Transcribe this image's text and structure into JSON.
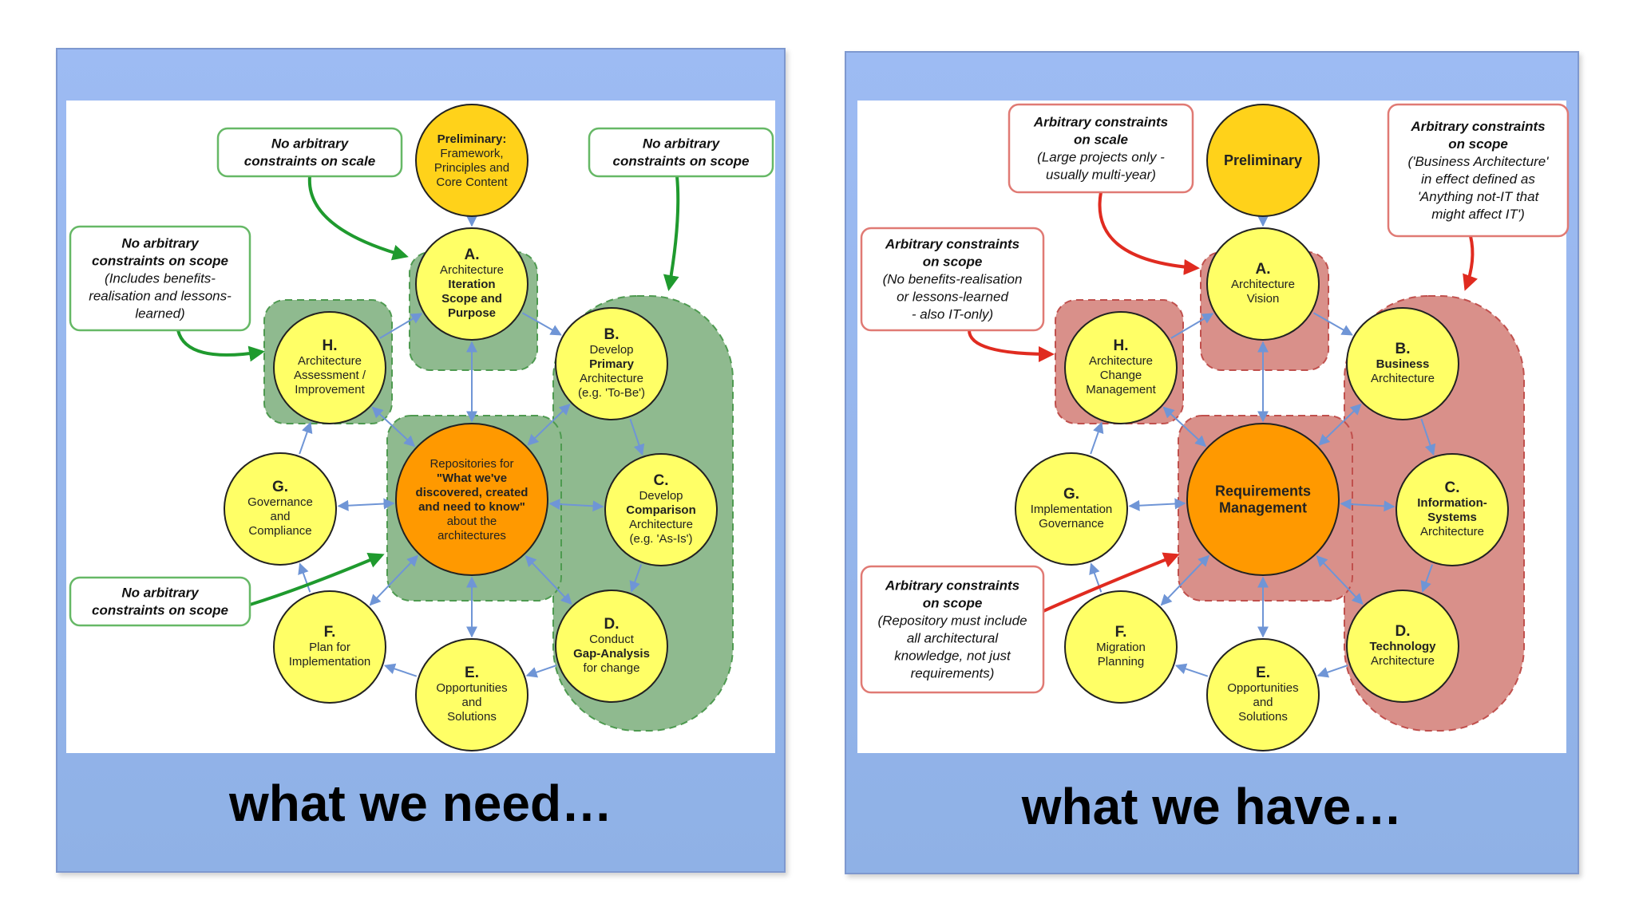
{
  "left": {
    "caption": "what we need…",
    "colors": {
      "region_fill": "#8fba8f",
      "region_stroke": "#4e9a50",
      "constraint_arrow": "#1f9a2e",
      "callout_border": "#66b866",
      "node_fill": "#ffff66",
      "hub_fill": "#ff9900",
      "preliminary_fill": "#ffd21a"
    },
    "preliminary": {
      "title": "Preliminary:",
      "lines": [
        "Framework,",
        "Principles and",
        "Core Content"
      ]
    },
    "hub": {
      "lines": [
        "Repositories for",
        "\"What we've",
        "discovered, created",
        "and need to know\"",
        "about the",
        "architectures"
      ]
    },
    "nodes": {
      "A": {
        "letter": "A.",
        "lines": [
          "Architecture",
          "Iteration",
          "Scope and",
          "Purpose"
        ]
      },
      "B": {
        "letter": "B.",
        "lines": [
          "Develop",
          "Primary",
          "Architecture",
          "(e.g. 'To-Be')"
        ]
      },
      "C": {
        "letter": "C.",
        "lines": [
          "Develop",
          "Comparison",
          "Architecture",
          "(e.g. 'As-Is')"
        ]
      },
      "D": {
        "letter": "D.",
        "lines": [
          "Conduct",
          "Gap-Analysis",
          "for change"
        ]
      },
      "E": {
        "letter": "E.",
        "lines": [
          "Opportunities",
          "and",
          "Solutions"
        ]
      },
      "F": {
        "letter": "F.",
        "lines": [
          "Plan for",
          "Implementation"
        ]
      },
      "G": {
        "letter": "G.",
        "lines": [
          "Governance",
          "and",
          "Compliance"
        ]
      },
      "H": {
        "letter": "H.",
        "lines": [
          "Architecture",
          "Assessment /",
          "Improvement"
        ]
      }
    },
    "callouts": {
      "scale": {
        "lines": [
          "No arbitrary",
          "constraints on scale"
        ]
      },
      "scope_top": {
        "lines": [
          "No arbitrary",
          "constraints on scope"
        ]
      },
      "scope_left": {
        "lines": [
          "No arbitrary",
          "constraints on scope",
          "(Includes benefits-",
          "realisation and lessons-",
          "learned)"
        ]
      },
      "scope_bottom": {
        "lines": [
          "No arbitrary",
          "constraints on scope"
        ]
      }
    }
  },
  "right": {
    "caption": "what we have…",
    "colors": {
      "region_fill": "#d9908a",
      "region_stroke": "#c0504d",
      "constraint_arrow": "#e02b20",
      "callout_border": "#e07a74",
      "node_fill": "#ffff66",
      "hub_fill": "#ff9900",
      "preliminary_fill": "#ffd21a"
    },
    "preliminary": {
      "title": "Preliminary",
      "lines": []
    },
    "hub": {
      "lines": [
        "Requirements",
        "Management"
      ]
    },
    "nodes": {
      "A": {
        "letter": "A.",
        "lines": [
          "Architecture",
          "Vision"
        ]
      },
      "B": {
        "letter": "B.",
        "lines": [
          "Business",
          "Architecture"
        ]
      },
      "C": {
        "letter": "C.",
        "lines": [
          "Information-",
          "Systems",
          "Architecture"
        ]
      },
      "D": {
        "letter": "D.",
        "lines": [
          "Technology",
          "Architecture"
        ]
      },
      "E": {
        "letter": "E.",
        "lines": [
          "Opportunities",
          "and",
          "Solutions"
        ]
      },
      "F": {
        "letter": "F.",
        "lines": [
          "Migration",
          "Planning"
        ]
      },
      "G": {
        "letter": "G.",
        "lines": [
          "Implementation",
          "Governance"
        ]
      },
      "H": {
        "letter": "H.",
        "lines": [
          "Architecture",
          "Change",
          "Management"
        ]
      }
    },
    "callouts": {
      "scale": {
        "lines": [
          "Arbitrary constraints",
          "on scale",
          "(Large projects only -",
          "usually multi-year)"
        ]
      },
      "scope_top": {
        "lines": [
          "Arbitrary constraints",
          "on scope",
          "('Business Architecture'",
          "in effect defined as",
          "'Anything not-IT that",
          "might affect IT')"
        ]
      },
      "scope_left": {
        "lines": [
          "Arbitrary constraints",
          "on scope",
          "(No benefits-realisation",
          "or lessons-learned",
          "- also IT-only)"
        ]
      },
      "scope_bottom": {
        "lines": [
          "Arbitrary constraints",
          "on scope",
          "(Repository must include",
          "all architectural",
          "knowledge, not just",
          "requirements)"
        ]
      }
    }
  }
}
